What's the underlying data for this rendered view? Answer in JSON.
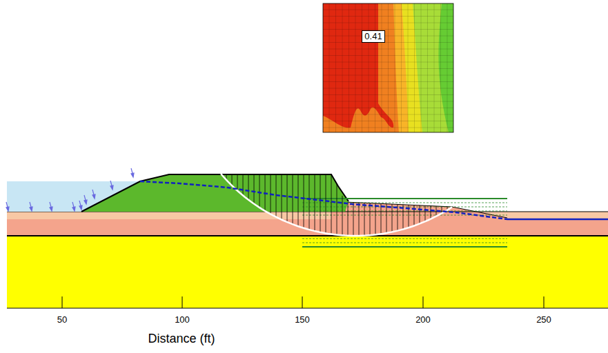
{
  "diagram": {
    "labels": [
      "0.41",
      "50",
      "100",
      "150",
      "200",
      "250",
      "Distance (ft)"
    ]
  }
}
